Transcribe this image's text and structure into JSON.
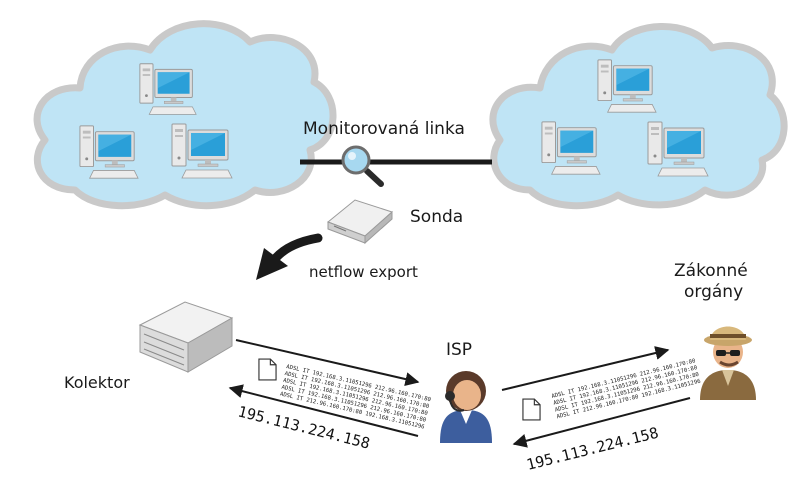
{
  "labels": {
    "monitored_link": "Monitorovaná linka",
    "probe": "Sonda",
    "netflow": "netflow export",
    "collector": "Kolektor",
    "isp": "ISP",
    "authorities_line1": "Zákonné",
    "authorities_line2": "orgány"
  },
  "ip_left": "195.113.224.158",
  "ip_right": "195.113.224.158",
  "log_left": [
    "ADSL IT 192.168.3.11051296 212.96.160.170:80",
    "ADSL IT 192.168.3.11051296 212.96.160.170:80",
    "ADSL IT 192.168.3.11051296 212.96.160.170:80",
    "ADSL IT 192.168.3.11051296 212.96.160.170:80",
    "ADSL IT 212.96.160.170:80 192.168.3.11051296"
  ],
  "log_right": [
    "ADSL IT 192.168.3.11051296 212.96.160.170:80",
    "ADSL IT 192.168.3.11051296 212.96.160.170:80",
    "ADSL IT 192.168.3.11051296 212.96.160.170:80",
    "ADSL IT 212.96.160.170:80 192.168.3.11051296"
  ],
  "colors": {
    "cloud_fill": "#bfe4f5",
    "cloud_edge": "#c9c9c9",
    "link_line": "#1a1a1a",
    "screen_blue": "#2a9fd8",
    "isp_shirt": "#3d5e9e",
    "agent_coat": "#8a6a3f"
  }
}
